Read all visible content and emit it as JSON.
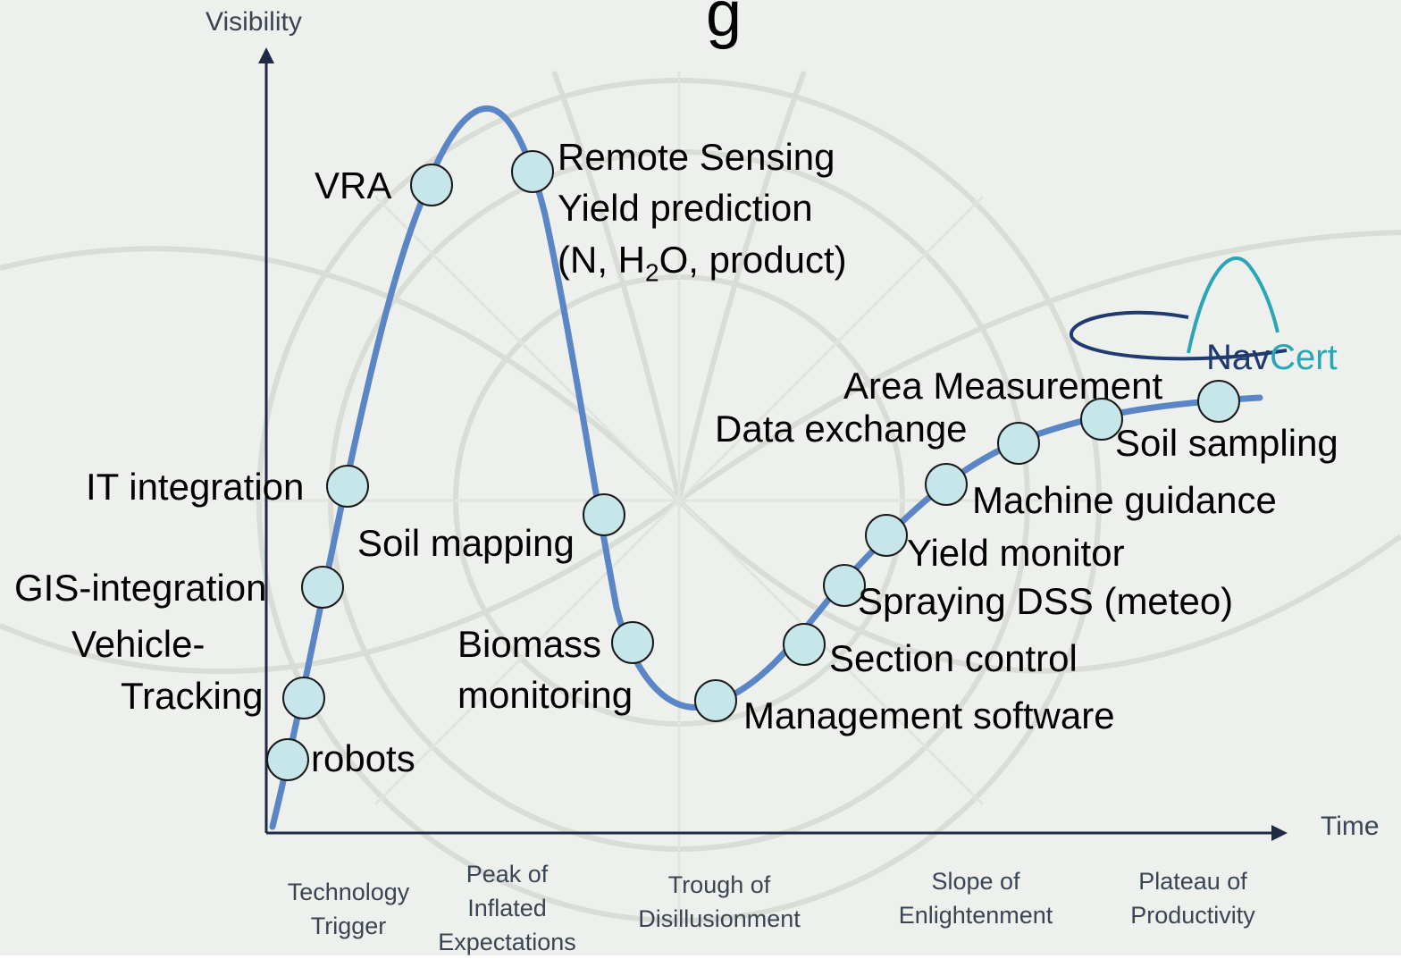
{
  "title_fragment": "g",
  "axes": {
    "y_label": "Visibility",
    "x_label": "Time"
  },
  "phases": [
    "Technology\nTrigger",
    "Peak of\nInflated\nExpectations",
    "Trough of\nDisillusionment",
    "Slope of\nEnlightenment",
    "Plateau of\nProductivity"
  ],
  "technologies": {
    "vra": "VRA",
    "remote_sensing_1": "Remote Sensing",
    "remote_sensing_2": "Yield prediction",
    "remote_sensing_3a": "(N, H",
    "remote_sensing_3sub": "2",
    "remote_sensing_3b": "O, product)",
    "it_integration": "IT integration",
    "soil_mapping": "Soil mapping",
    "gis_integration": "GIS-integration",
    "vehicle_tracking_1": "Vehicle-",
    "vehicle_tracking_2": "Tracking",
    "robots": "robots",
    "biomass_1": "Biomass",
    "biomass_2": "monitoring",
    "management_software": "Management software",
    "section_control": "Section control",
    "spraying_dss": "Spraying DSS (meteo)",
    "yield_monitor": "Yield monitor",
    "machine_guidance": "Machine guidance",
    "data_exchange": "Data exchange",
    "area_measurement": "Area Measurement",
    "soil_sampling": "Soil sampling"
  },
  "logo": {
    "part1": "Nav",
    "part2": "Cert"
  },
  "colors": {
    "curve": "#5b86c5",
    "marker_fill": "#c6e6ea",
    "marker_stroke": "#1a1a1a",
    "axis": "#1f2a44",
    "logo_nav": "#1f3a6e",
    "logo_cert": "#2aa7b5"
  }
}
